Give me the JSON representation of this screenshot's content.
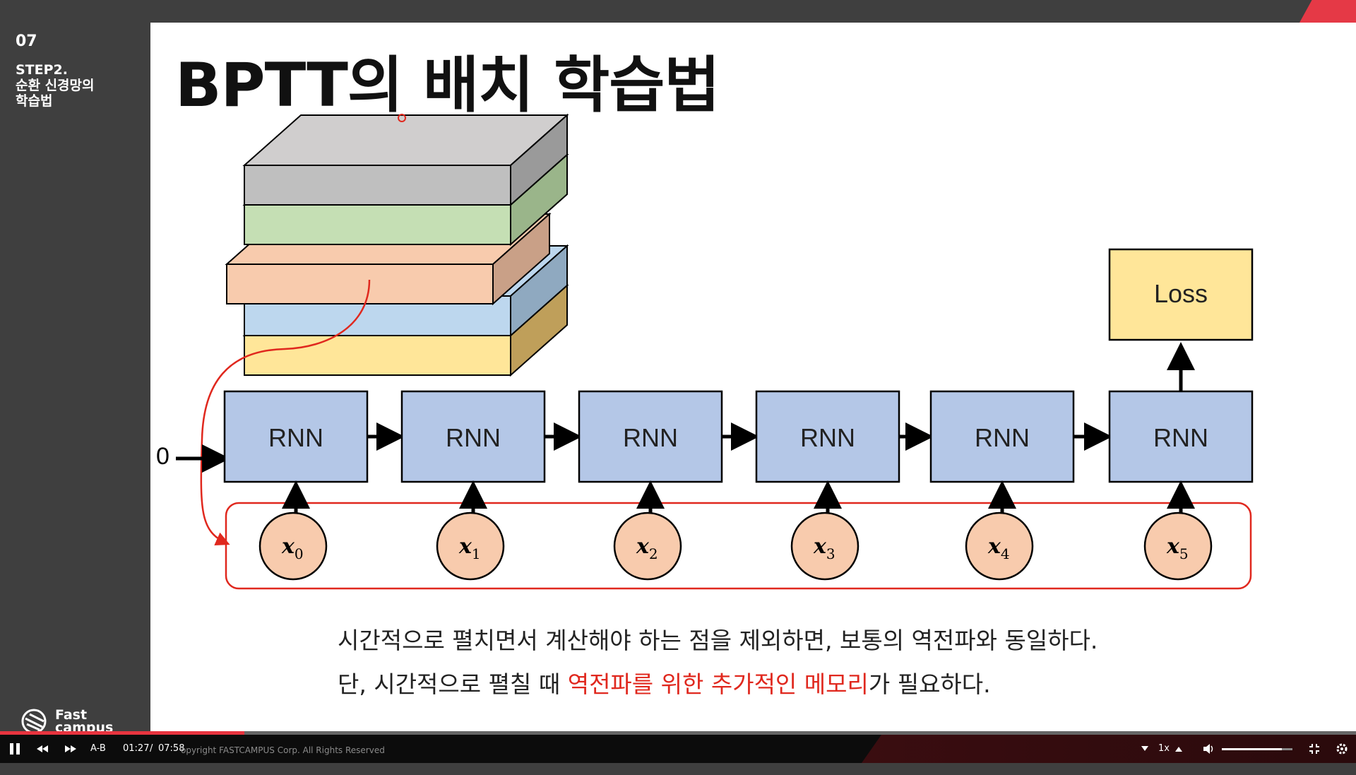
{
  "sidebar": {
    "chapter_number": "07",
    "step_title": "STEP2.\n순환 신경망의\n학습법",
    "logo_text": "Fast\ncampus"
  },
  "slide": {
    "title": "BPTT의 배치 학습법",
    "initial_state": "0",
    "loss_label": "Loss",
    "rnn_label": "RNN",
    "inputs": [
      "x",
      "x",
      "x",
      "x",
      "x",
      "x"
    ],
    "input_subscripts": [
      "0",
      "1",
      "2",
      "3",
      "4",
      "5"
    ],
    "caption_line1": "시간적으로 펼치면서 계산해야 하는 점을 제외하면, 보통의 역전파와 동일하다.",
    "caption_line2_prefix": "단, 시간적으로 펼칠 때 ",
    "caption_line2_highlight": "역전파를 위한 추가적인 메모리",
    "caption_line2_suffix": "가 필요하다.",
    "colors": {
      "rnn_fill": "#b4c7e7",
      "loss_fill": "#ffe699",
      "input_fill": "#f8cbad",
      "highlight_red": "#e0281e",
      "batch_layers": [
        "#d0cece",
        "#c5dfb4",
        "#f8cbad",
        "#bdd7ee",
        "#ffe699"
      ]
    }
  },
  "player": {
    "ab_label": "A-B",
    "current_time": "01:27",
    "separator": "/",
    "total_time": "07:58",
    "copyright": "opyright FASTCAMPUS Corp. All Rights Reserved",
    "speed": "1x",
    "progress_fraction": 0.18,
    "volume_fraction": 0.85,
    "icons": [
      "pause-icon",
      "rewind-icon",
      "fast-forward-icon",
      "speed-down-icon",
      "speed-up-icon",
      "volume-icon",
      "exit-fullscreen-icon",
      "settings-icon"
    ]
  }
}
